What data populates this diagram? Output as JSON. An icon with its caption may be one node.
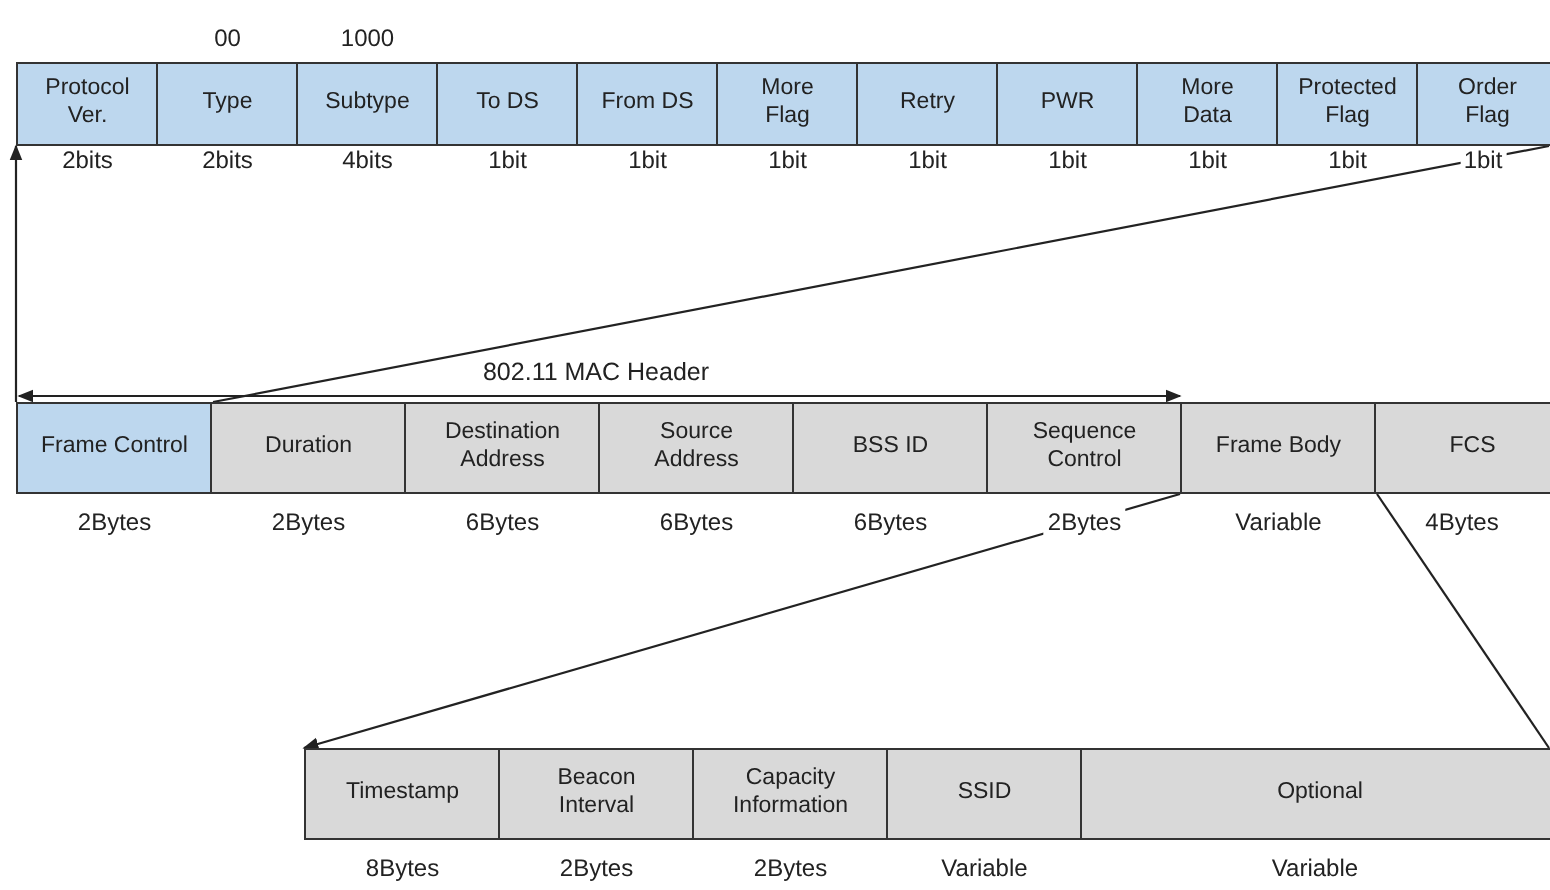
{
  "diagram": {
    "nodes": [
      {
        "text": [
          "Protocol Ver."
        ],
        "beside": [
          "2bits"
        ]
      },
      {
        "text": [
          "Type"
        ],
        "beside": [
          "00",
          "2bits"
        ]
      },
      {
        "text": [
          "Subtype"
        ],
        "beside": [
          "1000",
          "4bits"
        ]
      },
      {
        "text": [
          "To DS"
        ],
        "beside": [
          "1bit"
        ]
      },
      {
        "text": [
          "From DS"
        ],
        "beside": [
          "1bit"
        ]
      },
      {
        "text": [
          "More Flag"
        ],
        "beside": [
          "1bit"
        ]
      },
      {
        "text": [
          "Retry"
        ],
        "beside": [
          "1bit"
        ]
      },
      {
        "text": [
          "PWR"
        ],
        "beside": [
          "1bit"
        ]
      },
      {
        "text": [
          "More Data"
        ],
        "beside": [
          "1bit"
        ]
      },
      {
        "text": [
          "Protected Flag"
        ],
        "beside": [
          "1bit"
        ]
      },
      {
        "text": [
          "Order Flag"
        ],
        "beside": [
          "1bit"
        ]
      },
      {
        "text": [
          "Frame Control"
        ],
        "beside": [
          "2Bytes"
        ]
      },
      {
        "text": [
          "Duration"
        ],
        "beside": [
          "2Bytes"
        ]
      },
      {
        "text": [
          "Destination Address"
        ],
        "beside": [
          "6Bytes"
        ]
      },
      {
        "text": [
          "Source Address"
        ],
        "beside": [
          "6Bytes"
        ]
      },
      {
        "text": [
          "BSS ID"
        ],
        "beside": [
          "6Bytes"
        ]
      },
      {
        "text": [
          "Sequence Control"
        ],
        "beside": [
          "2Bytes"
        ]
      },
      {
        "text": [
          "Frame Body"
        ],
        "beside": [
          "Variable"
        ]
      },
      {
        "text": [
          "FCS"
        ],
        "beside": [
          "4Bytes"
        ]
      },
      {
        "text": [
          "Timestamp"
        ],
        "beside": [
          "8Bytes"
        ]
      },
      {
        "text": [
          "Beacon Interval"
        ],
        "beside": [
          "2Bytes"
        ]
      },
      {
        "text": [
          "Capacity Information"
        ],
        "beside": [
          "2Bytes"
        ]
      },
      {
        "text": [
          "SSID"
        ],
        "beside": [
          "Variable"
        ]
      },
      {
        "text": [
          "Optional"
        ],
        "beside": [
          "Variable"
        ]
      }
    ],
    "edges": [
      {
        "from": 11,
        "to": 0,
        "arrow": "to"
      },
      {
        "from": 11,
        "to": 10,
        "arrow": "none"
      },
      {
        "from": 17,
        "to": 19,
        "arrow": "to"
      },
      {
        "from": 17,
        "to": 23,
        "arrow": "none"
      },
      {
        "from": 11,
        "to": 16,
        "arrow": "both",
        "label": "802.11 MAC Header"
      }
    ]
  }
}
